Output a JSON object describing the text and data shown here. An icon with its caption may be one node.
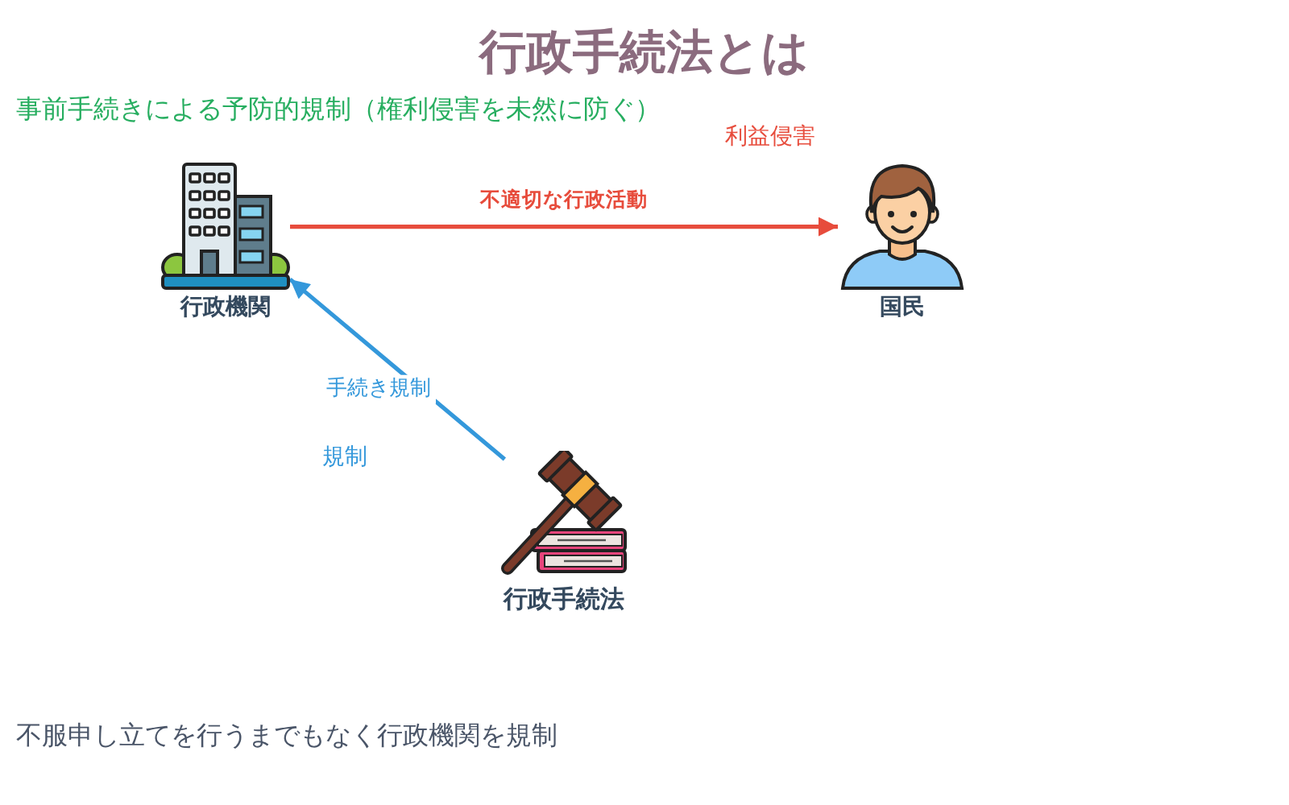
{
  "diagram": {
    "title": "行政手続法とは",
    "nodes": [
      {
        "text": [
          "行政機関"
        ]
      },
      {
        "text": [
          "国民"
        ]
      },
      {
        "text": [
          "行政手続法"
        ]
      }
    ],
    "edges": [
      {
        "from": 0,
        "to": 1,
        "arrow": "to",
        "label": "不適切な行政活動",
        "color": "#e74c3c"
      },
      {
        "from": 2,
        "to": 0,
        "arrow": "to",
        "label": "手続き規制",
        "color": "#3498db"
      }
    ],
    "labels": [
      "事前手続きによる予防的規制（権利侵害を未然に防ぐ）",
      "利益侵害",
      "規制",
      "不服申し立てを行うまでもなく行政機関を規制"
    ]
  }
}
